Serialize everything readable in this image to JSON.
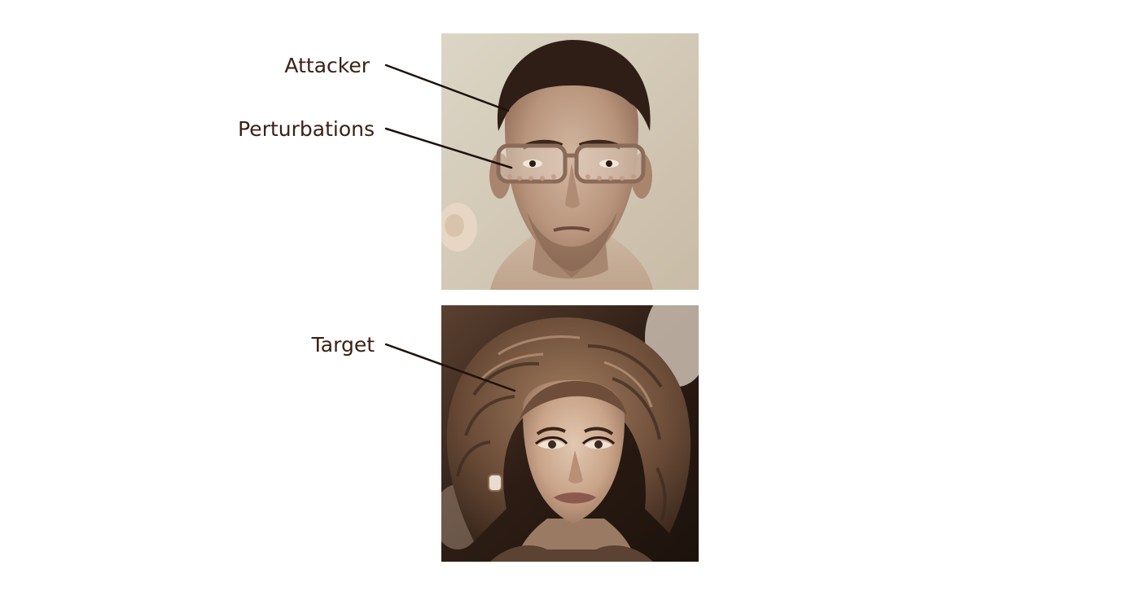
{
  "labels": {
    "attacker": "Attacker",
    "perturbations": "Perturbations",
    "target": "Target"
  },
  "photos": {
    "attacker": "attacker-face-photo",
    "target": "target-face-photo"
  },
  "colors": {
    "label_text": "#3a2214",
    "leader_line": "#1e120c",
    "sepia_light": "#d8cfc0",
    "sepia_dark": "#2a1a12"
  }
}
